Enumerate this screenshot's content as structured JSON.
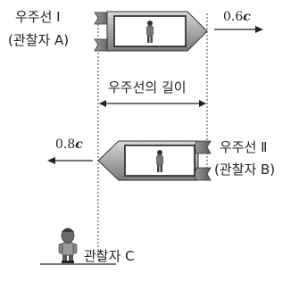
{
  "ship_1": {
    "name": "우주선 Ⅰ",
    "observer": "(관찰자 A)",
    "speed_value": "0.6",
    "speed_unit": "c",
    "direction": "right"
  },
  "ship_2": {
    "name": "우주선 Ⅱ",
    "observer": "(관찰자 B)",
    "speed_value": "0.8",
    "speed_unit": "c",
    "direction": "left"
  },
  "length_label": "우주선의 길이",
  "observer_c": "관찰자 C",
  "colors": {
    "ship_grey": "#8e8e8e",
    "ship_dark": "#4a4a4a",
    "line": "#222222"
  }
}
